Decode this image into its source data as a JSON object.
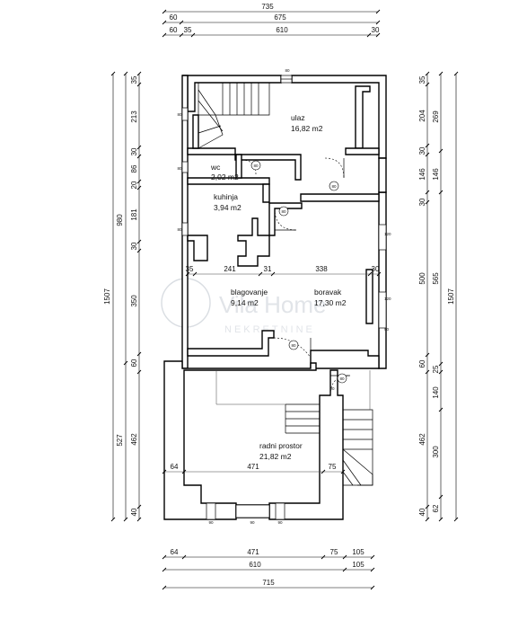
{
  "top_dims": {
    "row1": [
      "735"
    ],
    "row2": [
      "60",
      "675"
    ],
    "row3": [
      "60",
      "35",
      "610",
      "30"
    ]
  },
  "bottom_dims": {
    "row1": [
      "64",
      "471",
      "75",
      "105"
    ],
    "row2": [
      "610",
      "105"
    ],
    "row3": [
      "715"
    ]
  },
  "left_dims": {
    "outer": [
      "1507"
    ],
    "middle": [
      "980",
      "527"
    ],
    "inner": [
      "35",
      "213",
      "30",
      "86",
      "20",
      "181",
      "30",
      "350",
      "60",
      "462",
      "40"
    ]
  },
  "right_dims": {
    "inner": [
      "35",
      "204",
      "30",
      "146",
      "30",
      "500",
      "60",
      "462",
      "40"
    ],
    "middle": [
      "269",
      "146",
      "565",
      "25",
      "140",
      "300",
      "62"
    ],
    "outer": [
      "1507"
    ]
  },
  "interior_dims": {
    "upper": [
      "35",
      "241",
      "31",
      "338",
      "30"
    ],
    "lower": [
      "64",
      "471",
      "75"
    ]
  },
  "rooms": [
    {
      "name": "ulaz",
      "area": "16,82 m2"
    },
    {
      "name": "wc",
      "area": "2,02 m2"
    },
    {
      "name": "kuhinja",
      "area": "3,94 m2"
    },
    {
      "name": "blagovanje",
      "area": "9,14 m2"
    },
    {
      "name": "boravak",
      "area": "17,30 m2"
    },
    {
      "name": "radni prostor",
      "area": "21,82 m2"
    }
  ],
  "door_tags": [
    "80",
    "80",
    "80",
    "80",
    "80",
    "80"
  ],
  "window_tags": [
    "80",
    "80",
    "80",
    "120",
    "120",
    "90",
    "90",
    "90",
    "90",
    "90"
  ],
  "watermark": {
    "line1": "Vila Home",
    "line2": "NEKRETNINE"
  }
}
